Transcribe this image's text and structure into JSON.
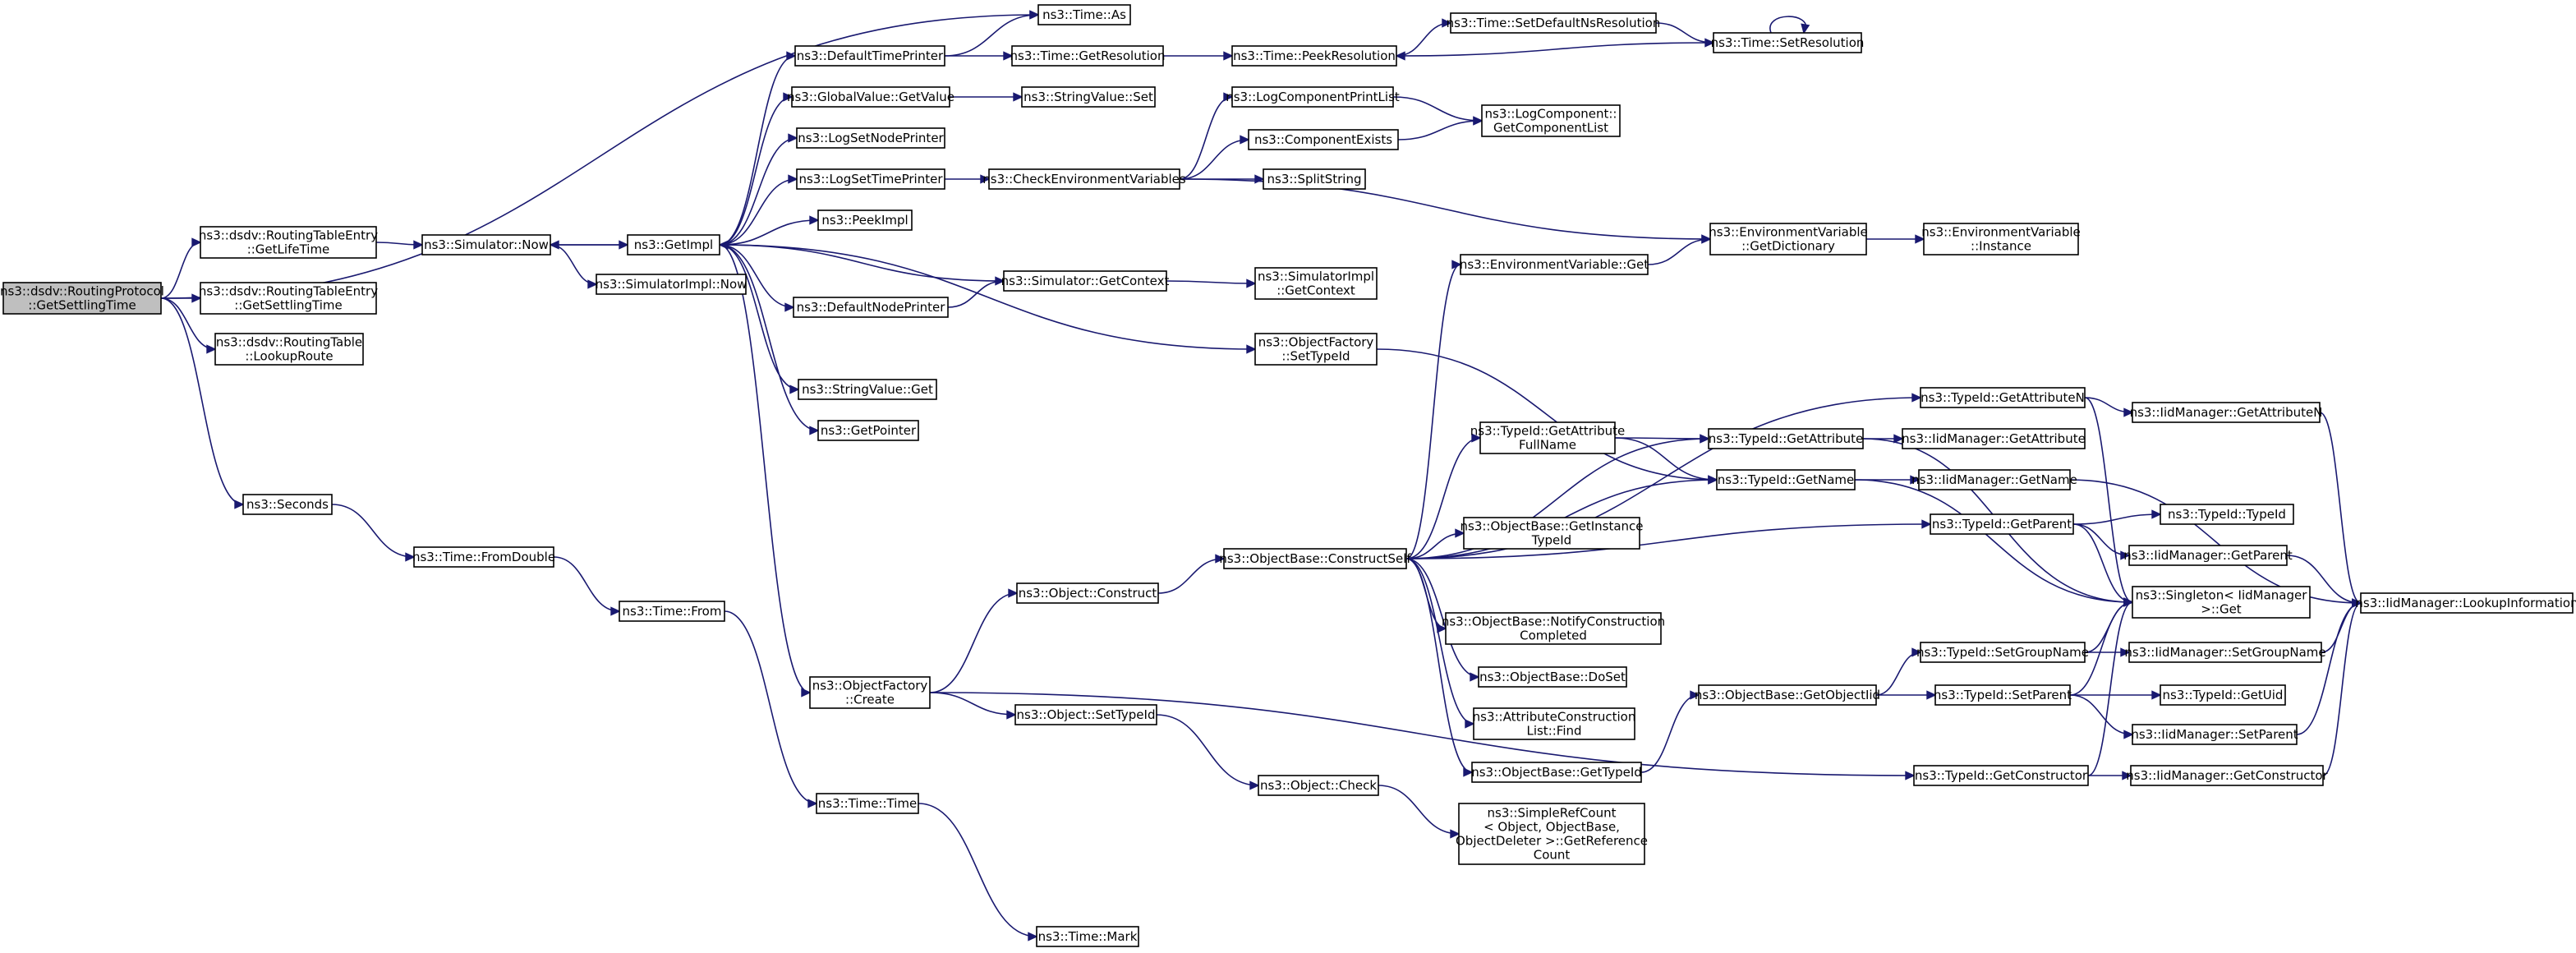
{
  "colors": {
    "edge": "#191970",
    "node_border": "#000000",
    "root_fill": "#bfbfbf",
    "node_fill": "#ffffff"
  },
  "nodes": [
    {
      "id": "root",
      "lines": [
        "ns3::dsdv::RoutingProtocol",
        "::GetSettlingTime"
      ],
      "root": true
    },
    {
      "id": "rte_getlifetime",
      "lines": [
        "ns3::dsdv::RoutingTableEntry",
        "::GetLifeTime"
      ]
    },
    {
      "id": "rte_getsettling",
      "lines": [
        "ns3::dsdv::RoutingTableEntry",
        "::GetSettlingTime"
      ]
    },
    {
      "id": "rt_lookup",
      "lines": [
        "ns3::dsdv::RoutingTable",
        "::LookupRoute"
      ]
    },
    {
      "id": "seconds",
      "lines": [
        "ns3::Seconds"
      ]
    },
    {
      "id": "time_as",
      "lines": [
        "ns3::Time::As"
      ]
    },
    {
      "id": "sim_now",
      "lines": [
        "ns3::Simulator::Now"
      ]
    },
    {
      "id": "getimpl",
      "lines": [
        "ns3::GetImpl"
      ]
    },
    {
      "id": "simimpl_now",
      "lines": [
        "ns3::SimulatorImpl::Now"
      ]
    },
    {
      "id": "defaulttimeprinter",
      "lines": [
        "ns3::DefaultTimePrinter"
      ]
    },
    {
      "id": "globalvalue_get",
      "lines": [
        "ns3::GlobalValue::GetValue"
      ]
    },
    {
      "id": "lognodeprinter",
      "lines": [
        "ns3::LogSetNodePrinter"
      ]
    },
    {
      "id": "logtimeprinter",
      "lines": [
        "ns3::LogSetTimePrinter"
      ]
    },
    {
      "id": "peekimpl",
      "lines": [
        "ns3::PeekImpl"
      ]
    },
    {
      "id": "defaultnodeprinter",
      "lines": [
        "ns3::DefaultNodePrinter"
      ]
    },
    {
      "id": "stringvalue_get",
      "lines": [
        "ns3::StringValue::Get"
      ]
    },
    {
      "id": "getpointer",
      "lines": [
        "ns3::GetPointer"
      ]
    },
    {
      "id": "time_getres",
      "lines": [
        "ns3::Time::GetResolution"
      ]
    },
    {
      "id": "stringvalue_set",
      "lines": [
        "ns3::StringValue::Set"
      ]
    },
    {
      "id": "checkenv",
      "lines": [
        "ns3::CheckEnvironmentVariables"
      ]
    },
    {
      "id": "sim_getcontext",
      "lines": [
        "ns3::Simulator::GetContext"
      ]
    },
    {
      "id": "simimpl_getcontext",
      "lines": [
        "ns3::SimulatorImpl",
        "::GetContext"
      ]
    },
    {
      "id": "of_settypeid",
      "lines": [
        "ns3::ObjectFactory",
        "::SetTypeId"
      ]
    },
    {
      "id": "time_peekres",
      "lines": [
        "ns3::Time::PeekResolution"
      ]
    },
    {
      "id": "time_setdefault",
      "lines": [
        "ns3::Time::SetDefaultNsResolution"
      ]
    },
    {
      "id": "time_setres",
      "lines": [
        "ns3::Time::SetResolution"
      ]
    },
    {
      "id": "logcompprintlist",
      "lines": [
        "ns3::LogComponentPrintList"
      ]
    },
    {
      "id": "compexists",
      "lines": [
        "ns3::ComponentExists"
      ]
    },
    {
      "id": "logcomp_getlist",
      "lines": [
        "ns3::LogComponent::",
        "GetComponentList"
      ]
    },
    {
      "id": "splitstring",
      "lines": [
        "ns3::SplitString"
      ]
    },
    {
      "id": "envvar_getdict",
      "lines": [
        "ns3::EnvironmentVariable",
        "::GetDictionary"
      ]
    },
    {
      "id": "envvar_instance",
      "lines": [
        "ns3::EnvironmentVariable",
        "::Instance"
      ]
    },
    {
      "id": "envvar_get",
      "lines": [
        "ns3::EnvironmentVariable::Get"
      ]
    },
    {
      "id": "time_fromdouble",
      "lines": [
        "ns3::Time::FromDouble"
      ]
    },
    {
      "id": "time_from",
      "lines": [
        "ns3::Time::From"
      ]
    },
    {
      "id": "of_create",
      "lines": [
        "ns3::ObjectFactory",
        "::Create"
      ]
    },
    {
      "id": "time_time",
      "lines": [
        "ns3::Time::Time"
      ]
    },
    {
      "id": "time_mark",
      "lines": [
        "ns3::Time::Mark"
      ]
    },
    {
      "id": "object_construct",
      "lines": [
        "ns3::Object::Construct"
      ]
    },
    {
      "id": "object_settypeid",
      "lines": [
        "ns3::Object::SetTypeId"
      ]
    },
    {
      "id": "object_check",
      "lines": [
        "ns3::Object::Check"
      ]
    },
    {
      "id": "simplerefcount",
      "lines": [
        "ns3::SimpleRefCount",
        "< Object, ObjectBase,",
        "ObjectDeleter >::GetReference",
        "Count"
      ]
    },
    {
      "id": "ob_constructself",
      "lines": [
        "ns3::ObjectBase::ConstructSelf"
      ]
    },
    {
      "id": "typeid_getattrfullname",
      "lines": [
        "ns3::TypeId::GetAttribute",
        "FullName"
      ]
    },
    {
      "id": "ob_getinstancetypeid",
      "lines": [
        "ns3::ObjectBase::GetInstance",
        "TypeId"
      ]
    },
    {
      "id": "ob_notifyconstruction",
      "lines": [
        "ns3::ObjectBase::NotifyConstruction",
        "Completed"
      ]
    },
    {
      "id": "ob_doset",
      "lines": [
        "ns3::ObjectBase::DoSet"
      ]
    },
    {
      "id": "attrconstructionlist_find",
      "lines": [
        "ns3::AttributeConstruction",
        "List::Find"
      ]
    },
    {
      "id": "ob_gettypeid",
      "lines": [
        "ns3::ObjectBase::GetTypeId"
      ]
    },
    {
      "id": "ob_getobjectiid",
      "lines": [
        "ns3::ObjectBase::GetObjectIid"
      ]
    },
    {
      "id": "typeid_getattributen",
      "lines": [
        "ns3::TypeId::GetAttributeN"
      ]
    },
    {
      "id": "typeid_getattribute",
      "lines": [
        "ns3::TypeId::GetAttribute"
      ]
    },
    {
      "id": "typeid_getname",
      "lines": [
        "ns3::TypeId::GetName"
      ]
    },
    {
      "id": "typeid_getparent",
      "lines": [
        "ns3::TypeId::GetParent"
      ]
    },
    {
      "id": "typeid_setgroupname",
      "lines": [
        "ns3::TypeId::SetGroupName"
      ]
    },
    {
      "id": "typeid_setparent",
      "lines": [
        "ns3::TypeId::SetParent"
      ]
    },
    {
      "id": "typeid_getconstructor",
      "lines": [
        "ns3::TypeId::GetConstructor"
      ]
    },
    {
      "id": "iid_getattributen",
      "lines": [
        "ns3::IidManager::GetAttributeN"
      ]
    },
    {
      "id": "iid_getattribute",
      "lines": [
        "ns3::IidManager::GetAttribute"
      ]
    },
    {
      "id": "iid_getname",
      "lines": [
        "ns3::IidManager::GetName"
      ]
    },
    {
      "id": "typeid_typeid",
      "lines": [
        "ns3::TypeId::TypeId"
      ]
    },
    {
      "id": "iid_getparent",
      "lines": [
        "ns3::IidManager::GetParent"
      ]
    },
    {
      "id": "singleton_get",
      "lines": [
        "ns3::Singleton< IidManager",
        ">::Get"
      ]
    },
    {
      "id": "iid_setgroupname",
      "lines": [
        "ns3::IidManager::SetGroupName"
      ]
    },
    {
      "id": "typeid_getuid",
      "lines": [
        "ns3::TypeId::GetUid"
      ]
    },
    {
      "id": "iid_setparent",
      "lines": [
        "ns3::IidManager::SetParent"
      ]
    },
    {
      "id": "iid_getconstructor",
      "lines": [
        "ns3::IidManager::GetConstructor"
      ]
    },
    {
      "id": "iid_lookupinfo",
      "lines": [
        "ns3::IidManager::LookupInformation"
      ]
    }
  ],
  "edges": [
    [
      "root",
      "time_as"
    ],
    [
      "root",
      "rte_getlifetime"
    ],
    [
      "root",
      "rte_getsettling"
    ],
    [
      "root",
      "rt_lookup"
    ],
    [
      "root",
      "seconds"
    ],
    [
      "rte_getlifetime",
      "sim_now"
    ],
    [
      "sim_now",
      "getimpl"
    ],
    [
      "sim_now",
      "simimpl_now"
    ],
    [
      "getimpl",
      "sim_now"
    ],
    [
      "getimpl",
      "defaulttimeprinter"
    ],
    [
      "getimpl",
      "globalvalue_get"
    ],
    [
      "getimpl",
      "lognodeprinter"
    ],
    [
      "getimpl",
      "logtimeprinter"
    ],
    [
      "getimpl",
      "peekimpl"
    ],
    [
      "getimpl",
      "defaultnodeprinter"
    ],
    [
      "getimpl",
      "of_settypeid"
    ],
    [
      "getimpl",
      "stringvalue_get"
    ],
    [
      "getimpl",
      "getpointer"
    ],
    [
      "getimpl",
      "of_create"
    ],
    [
      "defaulttimeprinter",
      "time_as"
    ],
    [
      "defaulttimeprinter",
      "time_getres"
    ],
    [
      "time_getres",
      "time_peekres"
    ],
    [
      "time_peekres",
      "time_setdefault"
    ],
    [
      "time_setdefault",
      "time_setres"
    ],
    [
      "time_setres",
      "time_peekres"
    ],
    [
      "time_setres",
      "time_setres"
    ],
    [
      "globalvalue_get",
      "stringvalue_set"
    ],
    [
      "logtimeprinter",
      "checkenv"
    ],
    [
      "checkenv",
      "logcompprintlist"
    ],
    [
      "checkenv",
      "compexists"
    ],
    [
      "checkenv",
      "splitstring"
    ],
    [
      "checkenv",
      "envvar_getdict"
    ],
    [
      "logcompprintlist",
      "logcomp_getlist"
    ],
    [
      "compexists",
      "logcomp_getlist"
    ],
    [
      "envvar_getdict",
      "envvar_instance"
    ],
    [
      "defaultnodeprinter",
      "sim_getcontext"
    ],
    [
      "sim_getcontext",
      "getimpl"
    ],
    [
      "sim_getcontext",
      "simimpl_getcontext"
    ],
    [
      "of_settypeid",
      "typeid_getname"
    ],
    [
      "seconds",
      "time_fromdouble"
    ],
    [
      "time_fromdouble",
      "time_from"
    ],
    [
      "time_from",
      "time_time"
    ],
    [
      "time_time",
      "time_mark"
    ],
    [
      "of_create",
      "object_construct"
    ],
    [
      "of_create",
      "object_settypeid"
    ],
    [
      "of_create",
      "typeid_getconstructor"
    ],
    [
      "object_construct",
      "ob_constructself"
    ],
    [
      "object_settypeid",
      "object_check"
    ],
    [
      "object_check",
      "simplerefcount"
    ],
    [
      "ob_constructself",
      "envvar_get"
    ],
    [
      "envvar_get",
      "envvar_getdict"
    ],
    [
      "ob_constructself",
      "typeid_getattributen"
    ],
    [
      "ob_constructself",
      "typeid_getattribute"
    ],
    [
      "ob_constructself",
      "typeid_getattrfullname"
    ],
    [
      "ob_constructself",
      "typeid_getname"
    ],
    [
      "ob_constructself",
      "ob_getinstancetypeid"
    ],
    [
      "ob_constructself",
      "typeid_getparent"
    ],
    [
      "ob_constructself",
      "ob_notifyconstruction"
    ],
    [
      "ob_constructself",
      "ob_doset"
    ],
    [
      "ob_constructself",
      "attrconstructionlist_find"
    ],
    [
      "ob_constructself",
      "ob_gettypeid"
    ],
    [
      "typeid_getattrfullname",
      "typeid_getattribute"
    ],
    [
      "typeid_getattrfullname",
      "typeid_getname"
    ],
    [
      "ob_gettypeid",
      "ob_getobjectiid"
    ],
    [
      "ob_getobjectiid",
      "typeid_setgroupname"
    ],
    [
      "ob_getobjectiid",
      "typeid_setparent"
    ],
    [
      "typeid_getattributen",
      "iid_getattributen"
    ],
    [
      "typeid_getattributen",
      "singleton_get"
    ],
    [
      "typeid_getattribute",
      "iid_getattribute"
    ],
    [
      "typeid_getattribute",
      "singleton_get"
    ],
    [
      "typeid_getname",
      "iid_getname"
    ],
    [
      "typeid_getname",
      "singleton_get"
    ],
    [
      "typeid_getparent",
      "typeid_typeid"
    ],
    [
      "typeid_getparent",
      "iid_getparent"
    ],
    [
      "typeid_getparent",
      "singleton_get"
    ],
    [
      "typeid_setgroupname",
      "singleton_get"
    ],
    [
      "typeid_setgroupname",
      "iid_setgroupname"
    ],
    [
      "typeid_setparent",
      "singleton_get"
    ],
    [
      "typeid_setparent",
      "typeid_getuid"
    ],
    [
      "typeid_setparent",
      "iid_setparent"
    ],
    [
      "typeid_getconstructor",
      "singleton_get"
    ],
    [
      "typeid_getconstructor",
      "iid_getconstructor"
    ],
    [
      "iid_getattributen",
      "iid_lookupinfo"
    ],
    [
      "iid_getname",
      "iid_lookupinfo"
    ],
    [
      "iid_getparent",
      "iid_lookupinfo"
    ],
    [
      "iid_setgroupname",
      "iid_lookupinfo"
    ],
    [
      "iid_setparent",
      "iid_lookupinfo"
    ],
    [
      "iid_getconstructor",
      "iid_lookupinfo"
    ]
  ]
}
